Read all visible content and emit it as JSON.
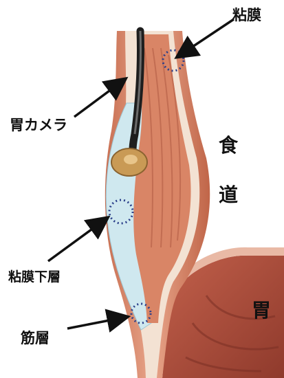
{
  "labels": {
    "mucosa": "粘膜",
    "gastro_camera": "胃カメラ",
    "esophagus_char1": "食",
    "esophagus_char2": "道",
    "submucosa": "粘膜下層",
    "stomach": "胃",
    "muscle_layer": "筋層"
  },
  "colors": {
    "muscle": "#d9896a",
    "muscle_dark": "#b8634a",
    "mucosa_lining": "#f3e2d3",
    "submucosa_fluid": "#cfe8ef",
    "stomach_tissue": "#b0503f",
    "endoscope": "#1e1e1e",
    "endoscope_tip": "#c99a55",
    "marker_dots": "#2b3f8a",
    "arrow": "#111111"
  },
  "icons": {
    "endoscope": "endoscope-icon",
    "layer_marker": "dotted-circle-marker"
  }
}
